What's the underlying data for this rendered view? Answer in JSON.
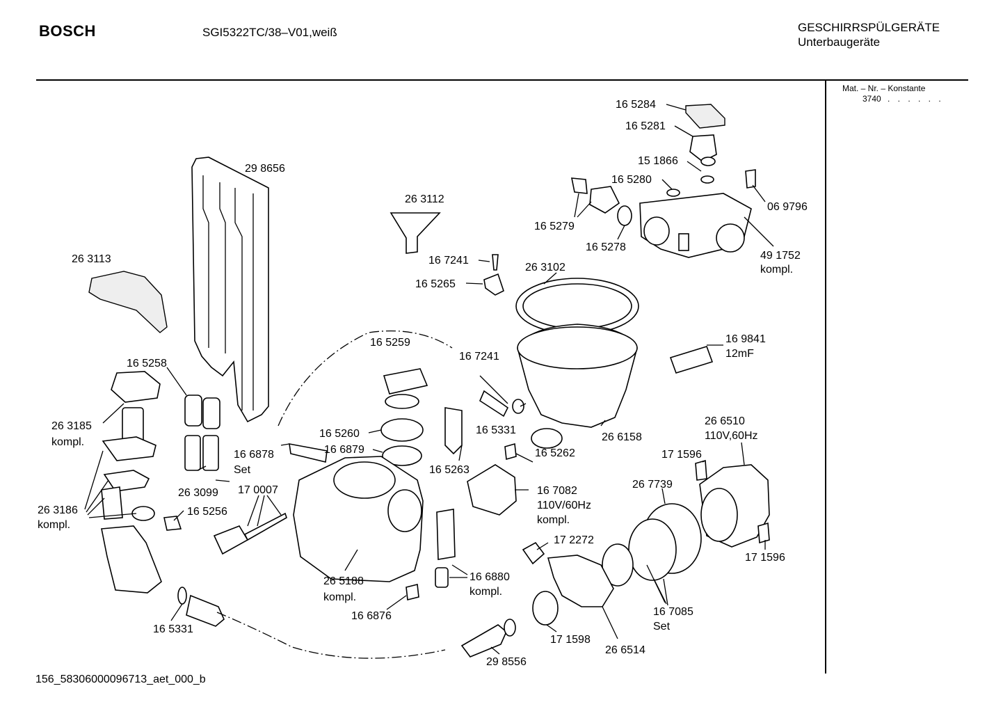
{
  "header": {
    "brand": "BOSCH",
    "model": "SGI5322TC/38–V01,weiß",
    "category_line1": "GESCHIRRSPÜLGERÄTE",
    "category_line2": "Unterbaugeräte"
  },
  "sidebar": {
    "mat_label": "Mat. – Nr. – Konstante",
    "mat_value": "3740",
    "mat_dots": ". . . . . ."
  },
  "footer": {
    "doc_id": "156_58306000096713_aet_000_b"
  },
  "labels": {
    "p165284": "16 5284",
    "p165281": "16 5281",
    "p151866": "15 1866",
    "p165280": "16 5280",
    "p069796": "06 9796",
    "p165279": "16 5279",
    "p165278": "16 5278",
    "p491752": "49 1752",
    "p491752b": "kompl.",
    "p298656": "29 8656",
    "p263112": "26 3112",
    "p263113": "26 3113",
    "p167241a": "16 7241",
    "p165265": "16 5265",
    "p263102": "26 3102",
    "p169841": "16 9841",
    "p169841b": "12mF",
    "p165258": "16 5258",
    "p165259": "16 5259",
    "p167241b": "16 7241",
    "p263185": "26 3185",
    "p263185b": "kompl.",
    "p165331a": "16 5331",
    "p266158": "26 6158",
    "p165260": "16 5260",
    "p166878": "16 6878",
    "p166878b": "Set",
    "p166879": "16 6879",
    "p165263": "16 5263",
    "p165262": "16 5262",
    "p266510": "26 6510",
    "p266510b": "110V,60Hz",
    "p171596a": "17 1596",
    "p263099": "26 3099",
    "p170007": "17 0007",
    "p167082": "16 7082",
    "p167082b": "110V/60Hz",
    "p167082c": "kompl.",
    "p267739": "26 7739",
    "p263186": "26 3186",
    "p263186b": "kompl.",
    "p165256": "16 5256",
    "p172272": "17 2272",
    "p171596b": "17 1596",
    "p265188": "26 5188",
    "p265188b": "kompl.",
    "p166880": "16 6880",
    "p166880b": "kompl.",
    "p167085": "16 7085",
    "p167085b": "Set",
    "p166876": "16 6876",
    "p165331b": "16 5331",
    "p171598": "17 1598",
    "p266514": "26 6514",
    "p298556": "29 8556"
  }
}
